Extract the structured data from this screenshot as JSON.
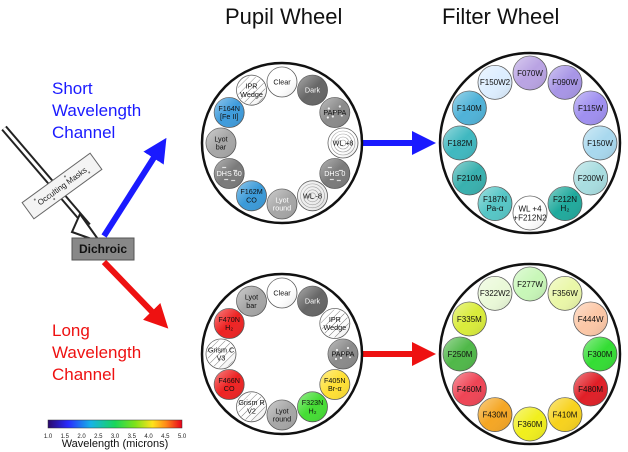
{
  "titles": {
    "pupil": "Pupil Wheel",
    "filter": "Filter Wheel"
  },
  "short_channel": {
    "lines": [
      "Short",
      "Wavelength",
      "Channel"
    ],
    "color": "#1a1aff"
  },
  "long_channel": {
    "lines": [
      "Long",
      "Wavelength",
      "Channel"
    ],
    "color": "#ee1111"
  },
  "dichroic_label": "Dichroic",
  "occulting_label": "Occulting Masks",
  "colorbar": {
    "ticks": [
      "1.0",
      "1.5",
      "2.0",
      "2.5",
      "3.0",
      "3.5",
      "4.0",
      "4.5",
      "5.0"
    ],
    "label": "Wavelength (microns)"
  },
  "wheels": {
    "sw_pupil": [
      {
        "lines": [
          "Clear"
        ],
        "kind": "plain",
        "fill": "#ffffff"
      },
      {
        "lines": [
          "Dark"
        ],
        "kind": "plain",
        "fill": "#666666",
        "text_color": "#ffffff"
      },
      {
        "lines": [
          "PAPPA"
        ],
        "kind": "pappa",
        "fill": "#8a8a8a"
      },
      {
        "lines": [
          "WL +8"
        ],
        "kind": "rings",
        "fill": "#ffffff"
      },
      {
        "lines": [
          "DHS 0"
        ],
        "kind": "dhs",
        "fill": "#7a7a7a",
        "text_color": "#ffffff"
      },
      {
        "lines": [
          "WL -8"
        ],
        "kind": "rings",
        "fill": "#eeeeee"
      },
      {
        "lines": [
          "Lyot",
          "round"
        ],
        "kind": "lyot",
        "fill": "#a6a6a6",
        "text_color": "#ffffff"
      },
      {
        "lines": [
          "F162M",
          "CO"
        ],
        "kind": "plain",
        "fill": "#3a9ad9"
      },
      {
        "lines": [
          "DHS 60"
        ],
        "kind": "dhs",
        "fill": "#7a7a7a",
        "text_color": "#ffffff"
      },
      {
        "lines": [
          "Lyot",
          "bar"
        ],
        "kind": "lyot",
        "fill": "#a6a6a6"
      },
      {
        "lines": [
          "F164N",
          "[Fe II]"
        ],
        "kind": "plain",
        "fill": "#3d9bdc"
      },
      {
        "lines": [
          "IPR",
          "Wedge"
        ],
        "kind": "wedge",
        "fill": "#ffffff"
      }
    ],
    "lw_pupil": [
      {
        "lines": [
          "Clear"
        ],
        "kind": "plain",
        "fill": "#ffffff"
      },
      {
        "lines": [
          "Dark"
        ],
        "kind": "plain",
        "fill": "#666666",
        "text_color": "#ffffff"
      },
      {
        "lines": [
          "IPR",
          "Wedge"
        ],
        "kind": "wedge",
        "fill": "#ffffff"
      },
      {
        "lines": [
          "PAPPA"
        ],
        "kind": "pappa",
        "fill": "#8a8a8a"
      },
      {
        "lines": [
          "F405N",
          "Br-α"
        ],
        "kind": "plain",
        "fill": "#ffe033"
      },
      {
        "lines": [
          "F323N",
          "H₂"
        ],
        "kind": "plain",
        "fill": "#44dd33"
      },
      {
        "lines": [
          "Lyot",
          "round"
        ],
        "kind": "lyot",
        "fill": "#a6a6a6"
      },
      {
        "lines": [
          "Grism R",
          "V2"
        ],
        "kind": "grism",
        "fill": "#ffffff"
      },
      {
        "lines": [
          "F466N",
          "CO"
        ],
        "kind": "plain",
        "fill": "#ee2222"
      },
      {
        "lines": [
          "Grism C",
          "V3"
        ],
        "kind": "grism",
        "fill": "#ffffff"
      },
      {
        "lines": [
          "F470N",
          "H₂"
        ],
        "kind": "plain",
        "fill": "#ee2222"
      },
      {
        "lines": [
          "Lyot",
          "bar"
        ],
        "kind": "lyot",
        "fill": "#a6a6a6"
      }
    ],
    "sw_filter": [
      {
        "lines": [
          "F070W"
        ],
        "kind": "plain",
        "fill": "#b9a3e3"
      },
      {
        "lines": [
          "F090W"
        ],
        "kind": "plain",
        "fill": "#a795e6"
      },
      {
        "lines": [
          "F115W"
        ],
        "kind": "plain",
        "fill": "#9f8ff0"
      },
      {
        "lines": [
          "F150W"
        ],
        "kind": "plain",
        "fill": "#a8d8ee"
      },
      {
        "lines": [
          "F200W"
        ],
        "kind": "plain",
        "fill": "#a8dde0"
      },
      {
        "lines": [
          "F212N",
          "H₂"
        ],
        "kind": "plain",
        "fill": "#1fa99c"
      },
      {
        "lines": [
          "WL +4",
          "+F212N2"
        ],
        "kind": "plain",
        "fill": "#ffffff"
      },
      {
        "lines": [
          "F187N",
          "Pa-α"
        ],
        "kind": "plain",
        "fill": "#55c6c6"
      },
      {
        "lines": [
          "F210M"
        ],
        "kind": "plain",
        "fill": "#38b0ae"
      },
      {
        "lines": [
          "F182M"
        ],
        "kind": "plain",
        "fill": "#3fb8c0"
      },
      {
        "lines": [
          "F140M"
        ],
        "kind": "plain",
        "fill": "#4fb2d8"
      },
      {
        "lines": [
          "F150W2"
        ],
        "kind": "plain",
        "fill": "#ddeeff"
      }
    ],
    "lw_filter": [
      {
        "lines": [
          "F277W"
        ],
        "kind": "plain",
        "fill": "#c8f7b8"
      },
      {
        "lines": [
          "F356W"
        ],
        "kind": "plain",
        "fill": "#eaf7a8"
      },
      {
        "lines": [
          "F444W"
        ],
        "kind": "plain",
        "fill": "#fcc7a6"
      },
      {
        "lines": [
          "F300M"
        ],
        "kind": "plain",
        "fill": "#33dd33"
      },
      {
        "lines": [
          "F480M"
        ],
        "kind": "plain",
        "fill": "#e01e26"
      },
      {
        "lines": [
          "F410M"
        ],
        "kind": "plain",
        "fill": "#f7d21c"
      },
      {
        "lines": [
          "F360M"
        ],
        "kind": "plain",
        "fill": "#f1ef1c"
      },
      {
        "lines": [
          "F430M"
        ],
        "kind": "plain",
        "fill": "#f5a623"
      },
      {
        "lines": [
          "F460M"
        ],
        "kind": "plain",
        "fill": "#ef4455"
      },
      {
        "lines": [
          "F250M"
        ],
        "kind": "plain",
        "fill": "#4fb848"
      },
      {
        "lines": [
          "F335M"
        ],
        "kind": "plain",
        "fill": "#d9ec3a"
      },
      {
        "lines": [
          "F322W2"
        ],
        "kind": "plain",
        "fill": "#eaf9d8"
      }
    ]
  }
}
